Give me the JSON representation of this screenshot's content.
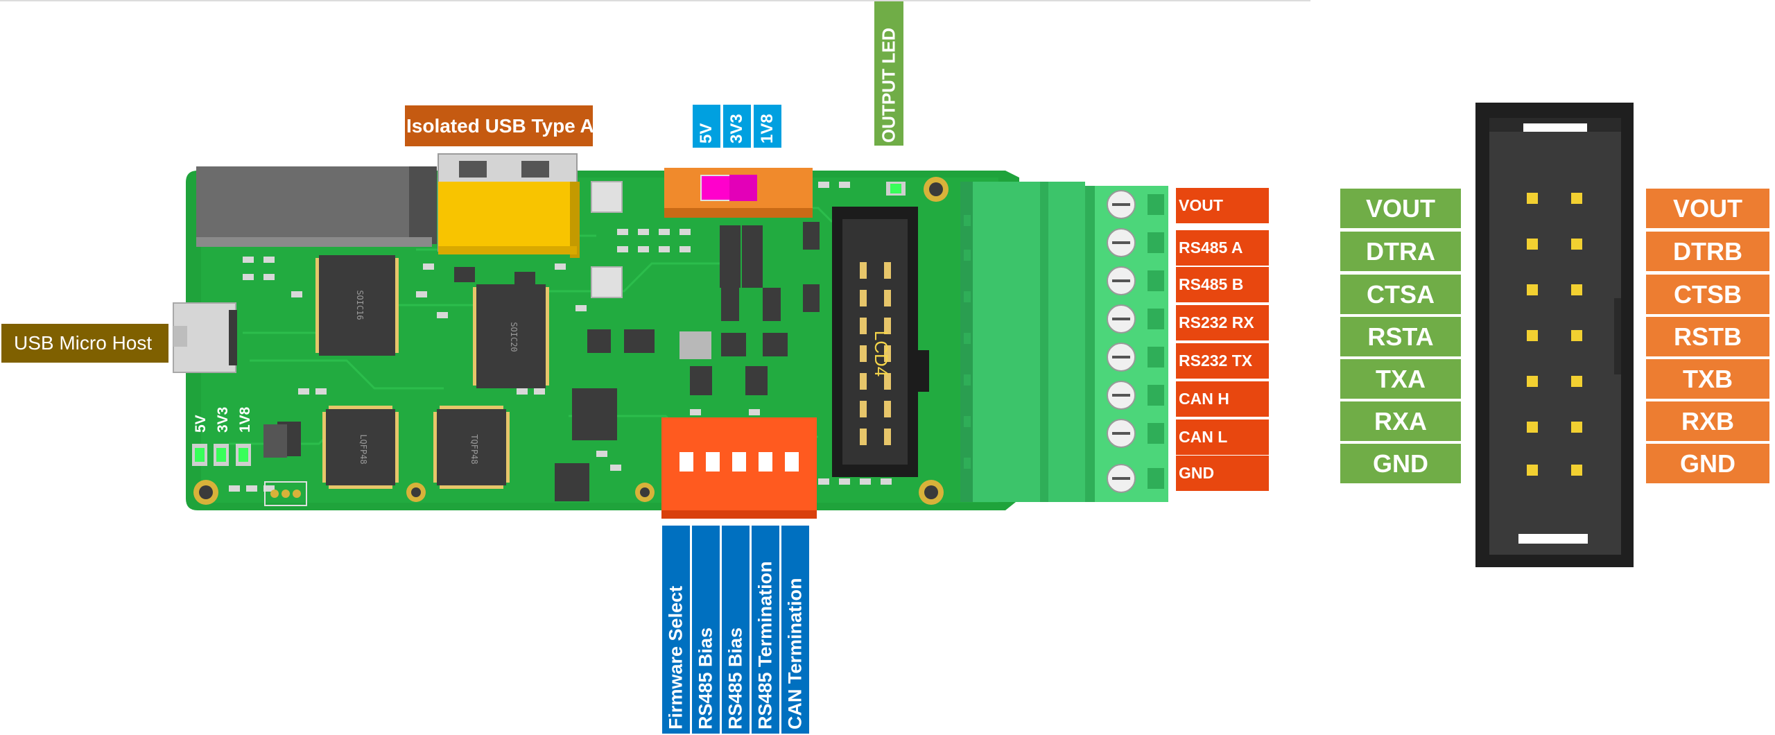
{
  "labels": {
    "usb_type_a": "Isolated USB Type A",
    "usb_micro_host": "USB Micro Host",
    "output_led": "OUTPUT LED",
    "voltage_select": [
      "5V",
      "3V3",
      "1V8"
    ],
    "board_voltage_marks": [
      "1V8",
      "3V3",
      "5V"
    ],
    "idc_silk": "LCD4",
    "dip_switches": [
      "Firmware Select",
      "RS485 Bias",
      "RS485 Bias",
      "RS485 Termination",
      "CAN Termination"
    ],
    "terminal_pins": [
      "VOUT",
      "RS485 A",
      "RS485 B",
      "RS232 RX",
      "RS232 TX",
      "CAN H",
      "CAN L",
      "GND"
    ]
  },
  "header_pinout": {
    "left": [
      "VOUT",
      "DTRA",
      "CTSA",
      "RSTA",
      "TXA",
      "RXA",
      "GND"
    ],
    "right": [
      "VOUT",
      "DTRB",
      "CTSB",
      "RSTB",
      "TXB",
      "RXB",
      "GND"
    ]
  },
  "colors": {
    "pcb": "#1fa33b",
    "terminal_block": "#3cc46a",
    "terminal_label": "#e8470f",
    "header_left_label": "#70ad47",
    "header_right_label": "#ed7d31",
    "dip_label": "#0070c0",
    "voltage_label": "#00a0e0",
    "usb_a_label": "#c55a11",
    "usb_micro_label": "#7f6000",
    "output_led_label": "#70ad47"
  }
}
